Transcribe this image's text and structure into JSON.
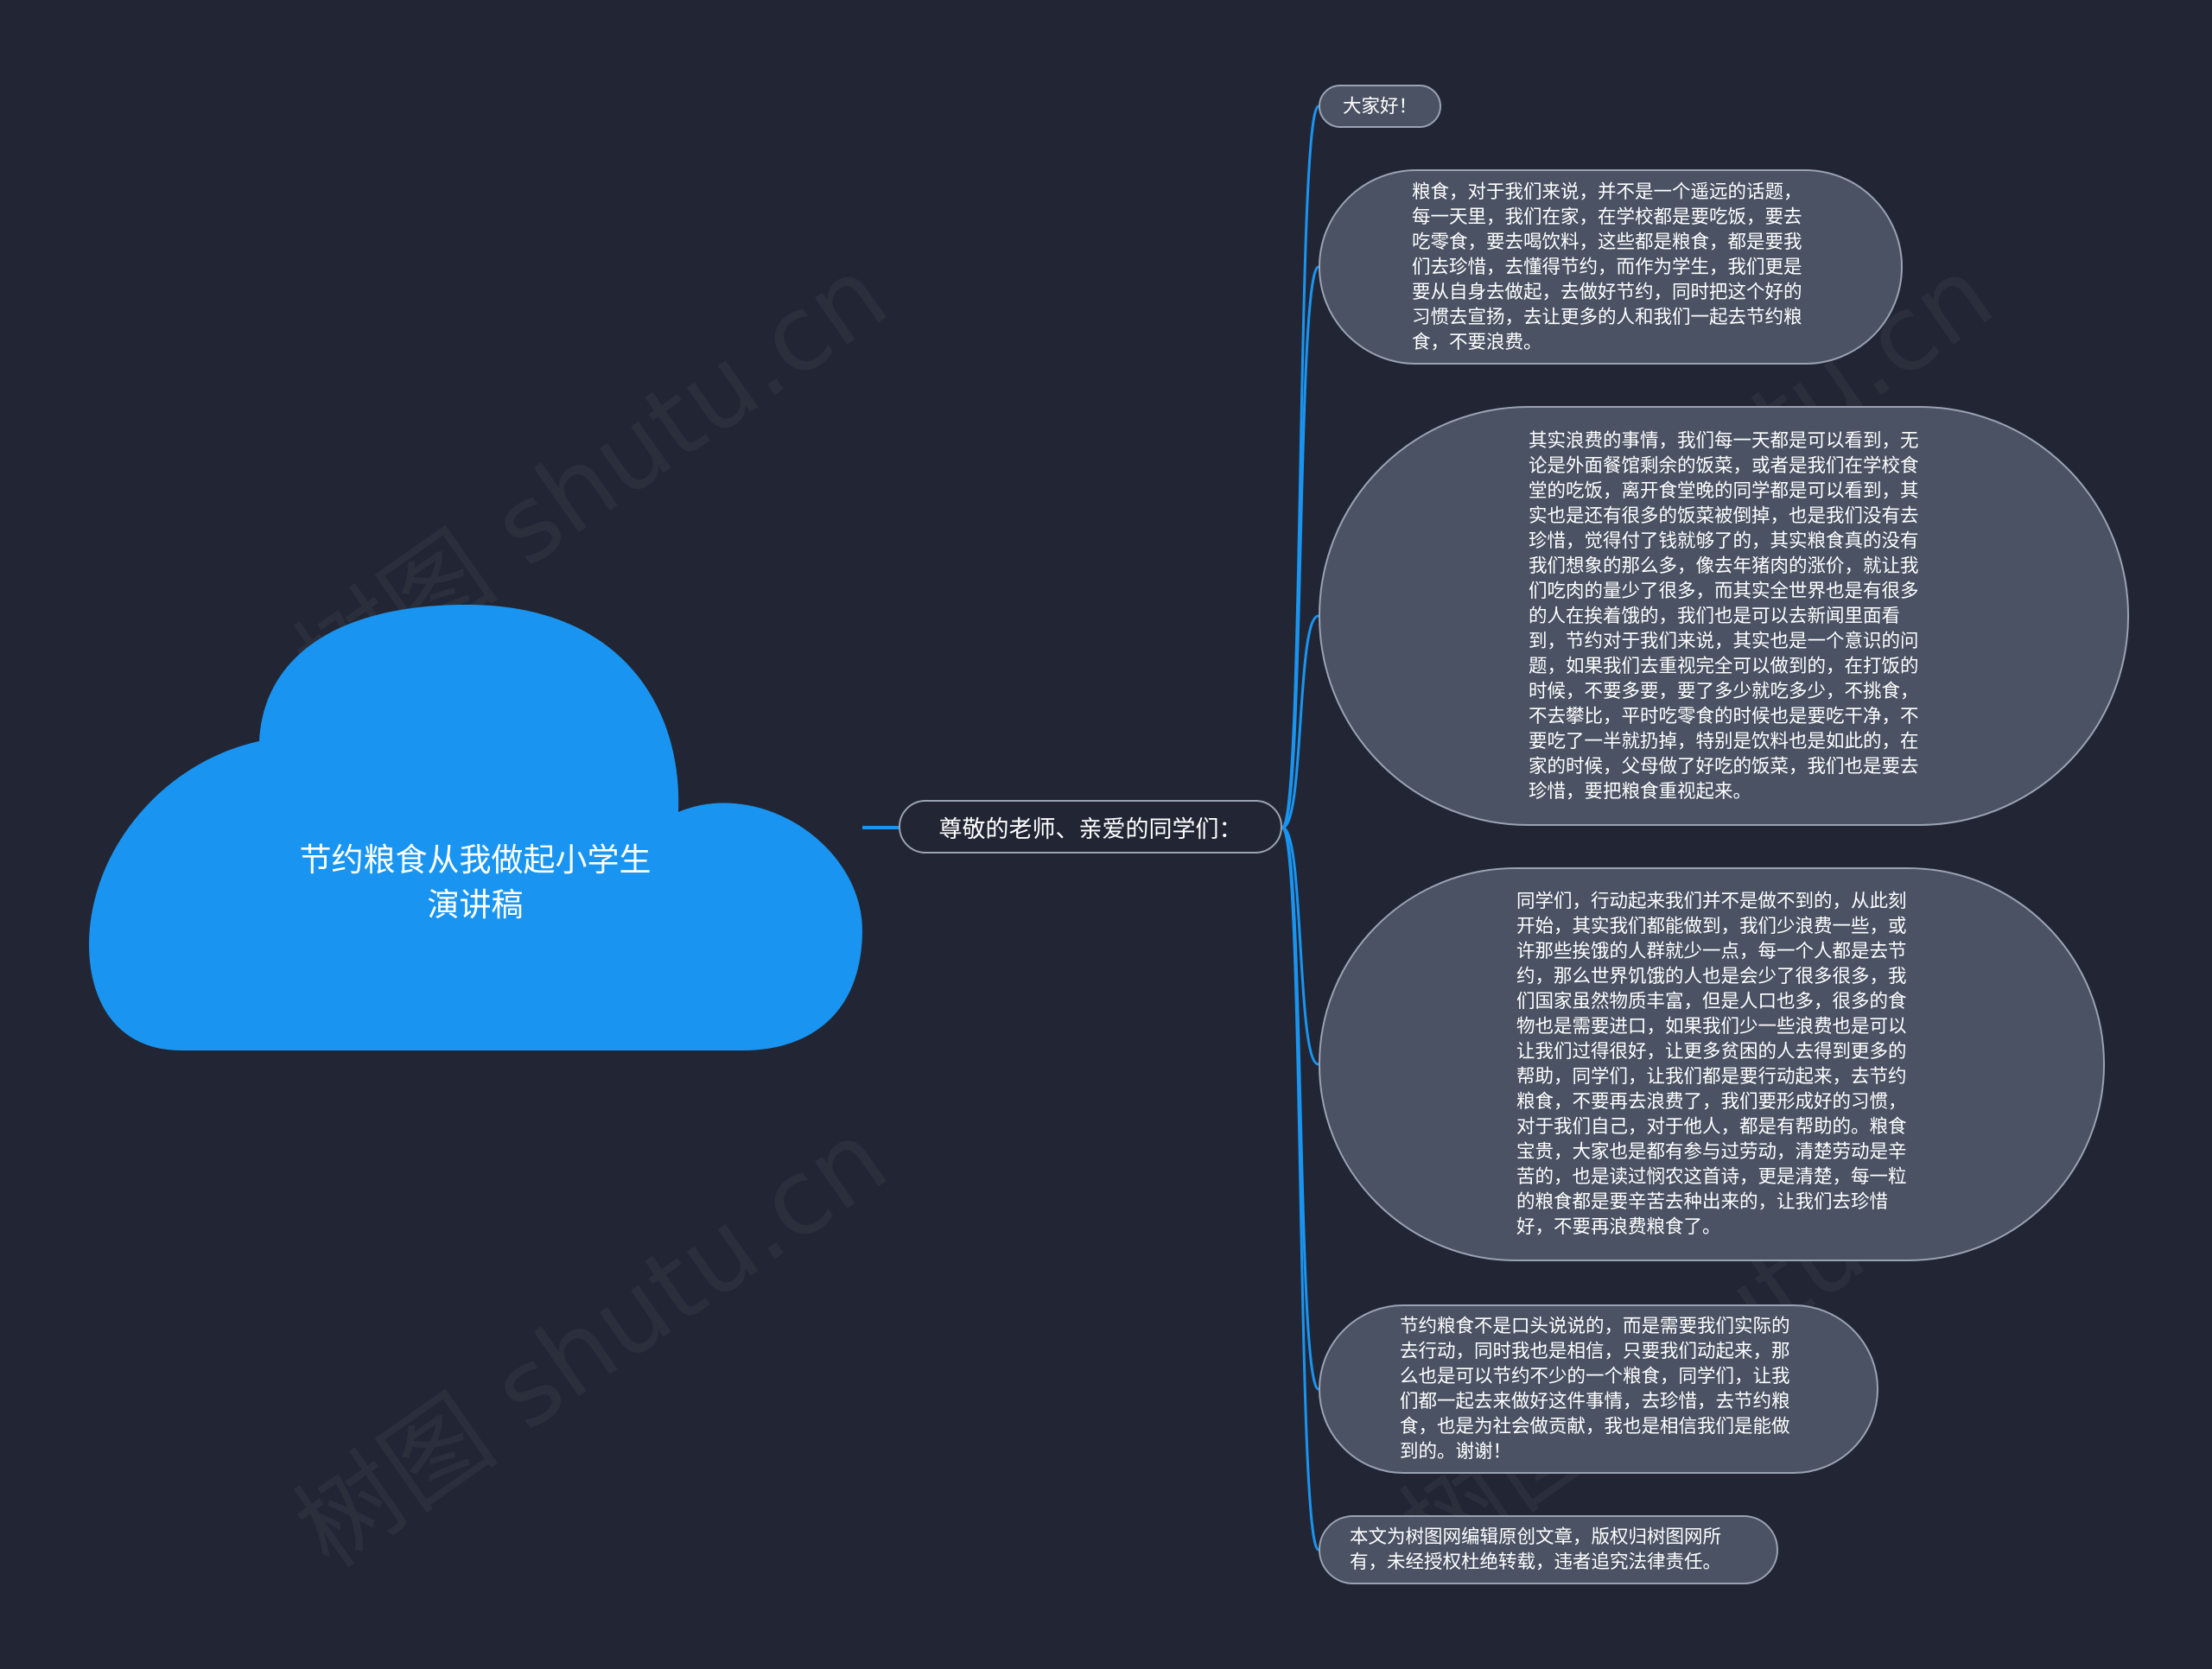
{
  "root": {
    "title_line1": "节约粮食从我做起小学生",
    "title_line2": "演讲稿",
    "color": "#1995f1"
  },
  "branch": {
    "label": "尊敬的老师、亲爱的同学们："
  },
  "leaves": [
    {
      "text": "大家好！"
    },
    {
      "text": "粮食，对于我们来说，并不是一个遥远的话题，每一天里，我们在家，在学校都是要吃饭，要去吃零食，要去喝饮料，这些都是粮食，都是要我们去珍惜，去懂得节约，而作为学生，我们更是要从自身去做起，去做好节约，同时把这个好的习惯去宣扬，去让更多的人和我们一起去节约粮食，不要浪费。"
    },
    {
      "text": "其实浪费的事情，我们每一天都是可以看到，无论是外面餐馆剩余的饭菜，或者是我们在学校食堂的吃饭，离开食堂晚的同学都是可以看到，其实也是还有很多的饭菜被倒掉，也是我们没有去珍惜，觉得付了钱就够了的，其实粮食真的没有我们想象的那么多，像去年猪肉的涨价，就让我们吃肉的量少了很多，而其实全世界也是有很多的人在挨着饿的，我们也是可以去新闻里面看到，节约对于我们来说，其实也是一个意识的问题，如果我们去重视完全可以做到的，在打饭的时候，不要多要，要了多少就吃多少，不挑食，不去攀比，平时吃零食的时候也是要吃干净，不要吃了一半就扔掉，特别是饮料也是如此的，在家的时候，父母做了好吃的饭菜，我们也是要去珍惜，要把粮食重视起来。"
    },
    {
      "text": "同学们，行动起来我们并不是做不到的，从此刻开始，其实我们都能做到，我们少浪费一些，或许那些挨饿的人群就少一点，每一个人都是去节约，那么世界饥饿的人也是会少了很多很多，我们国家虽然物质丰富，但是人口也多，很多的食物也是需要进口，如果我们少一些浪费也是可以让我们过得很好，让更多贫困的人去得到更多的帮助，同学们，让我们都是要行动起来，去节约粮食，不要再去浪费了，我们要形成好的习惯，对于我们自己，对于他人，都是有帮助的。粮食宝贵，大家也是都有参与过劳动，清楚劳动是辛苦的，也是读过悯农这首诗，更是清楚，每一粒的粮食都是要辛苦去种出来的，让我们去珍惜好，不要再浪费粮食了。"
    },
    {
      "text": "节约粮食不是口头说说的，而是需要我们实际的去行动，同时我也是相信，只要我们动起来，那么也是可以节约不少的一个粮食，同学们，让我们都一起去来做好这件事情，去珍惜，去节约粮食，也是为社会做贡献，我也是相信我们是能做到的。谢谢！"
    },
    {
      "text": "本文为树图网编辑原创文章，版权归树图网所有，未经授权杜绝转载，违者追究法律责任。"
    }
  ],
  "watermark": "树图 shutu.cn",
  "colors": {
    "background": "#222634",
    "connector": "#1995f1",
    "leaf_fill": "#4a5263",
    "leaf_border": "#9aa3b4"
  }
}
